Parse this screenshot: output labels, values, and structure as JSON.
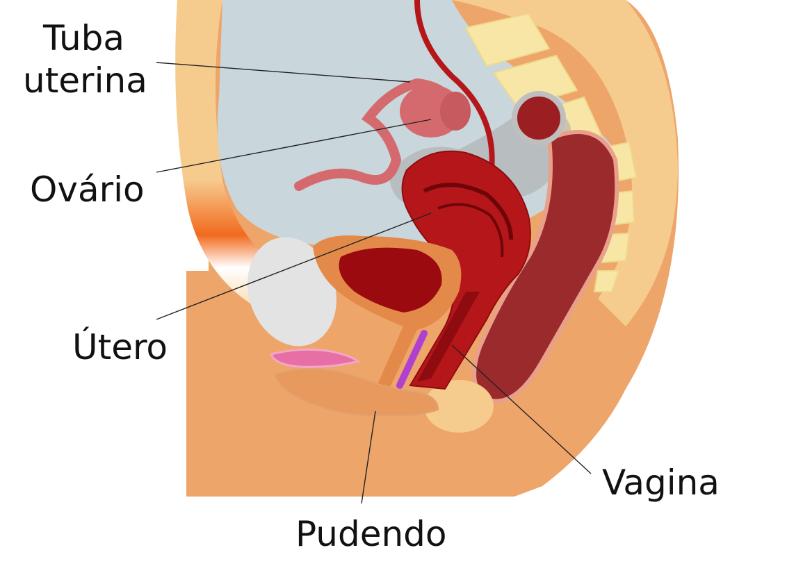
{
  "labels": {
    "tuba_uterina": [
      "Tuba",
      "uterina"
    ],
    "ovario": "Ovário",
    "utero": "Útero",
    "vagina": "Vagina",
    "pudendo": "Pudendo"
  },
  "colors": {
    "skin": "#EDA56A",
    "skin_light": "#F6CB8E",
    "cavity": "#C9D6DC",
    "uterus": "#B5161A",
    "uterus_dark": "#8E0C10",
    "bladder": "#9A0A0E",
    "rectum": "#9B2A2D",
    "ovary": "#D56A6E",
    "vertebra": "#F7E6A6",
    "bone": "#E3E3E3",
    "clitoris": "#E76FA6",
    "urethra": "#B040D0",
    "line": "#222222"
  }
}
